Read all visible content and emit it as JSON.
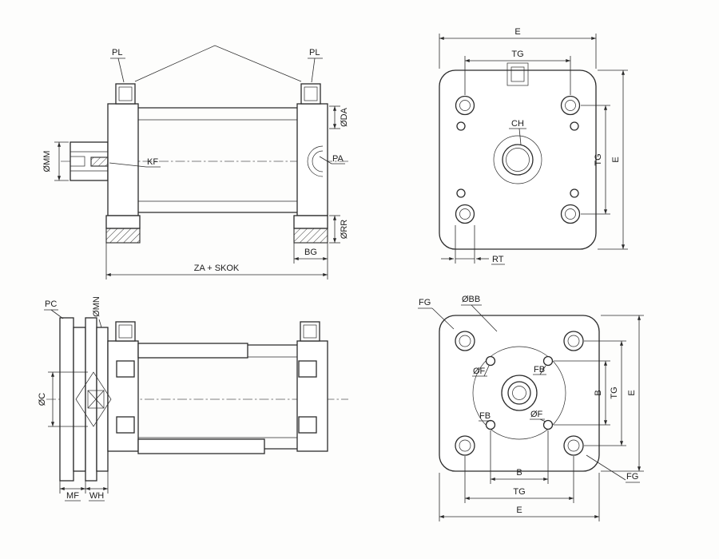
{
  "drawing": {
    "line_color": "#2b2b2b",
    "background": "#fdfdfc",
    "views": {
      "top_side": {
        "pl_left": "PL",
        "pl_right": "PL",
        "da": "ØDA",
        "mm": "ØMM",
        "kf": "KF",
        "pa": "PA",
        "rr": "ØRR",
        "bg": "BG",
        "za": "ZA + SKOK"
      },
      "top_front": {
        "e_top": "E",
        "tg_top": "TG",
        "ch": "CH",
        "tg_right": "TG",
        "e_right": "E",
        "rt": "RT"
      },
      "bottom_side": {
        "pc": "PC",
        "mn": "ØMN",
        "c": "ØC",
        "mf": "MF",
        "wh": "WH"
      },
      "bottom_front": {
        "fg_top": "FG",
        "bb": "ØBB",
        "f_tl": "ØF",
        "fb_tr": "FB",
        "fb_bl": "FB",
        "f_br": "ØF",
        "b_right": "B",
        "tg_right": "TG",
        "e_right": "E",
        "b_bottom": "B",
        "tg_bottom": "TG",
        "e_bottom": "E",
        "fg_bottom": "FG"
      }
    }
  }
}
